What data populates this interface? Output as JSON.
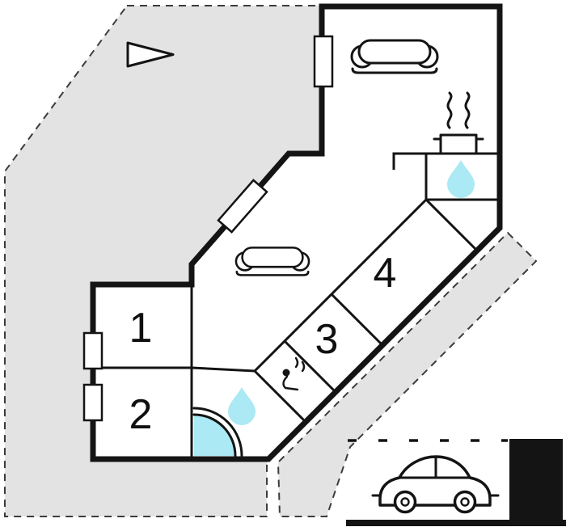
{
  "rooms": [
    {
      "number": "1"
    },
    {
      "number": "2"
    },
    {
      "number": "3"
    },
    {
      "number": "4"
    }
  ],
  "colors": {
    "floor": "#ffffff",
    "wall": "#141414",
    "terrace": "#e3e3e3",
    "water": "#abe9f4"
  },
  "icons": [
    "north-arrow-icon",
    "sofa-icon",
    "sofa-icon",
    "stove-icon",
    "water-drop-icon",
    "water-drop-icon",
    "shower-icon",
    "sauna-icon",
    "car-icon"
  ]
}
